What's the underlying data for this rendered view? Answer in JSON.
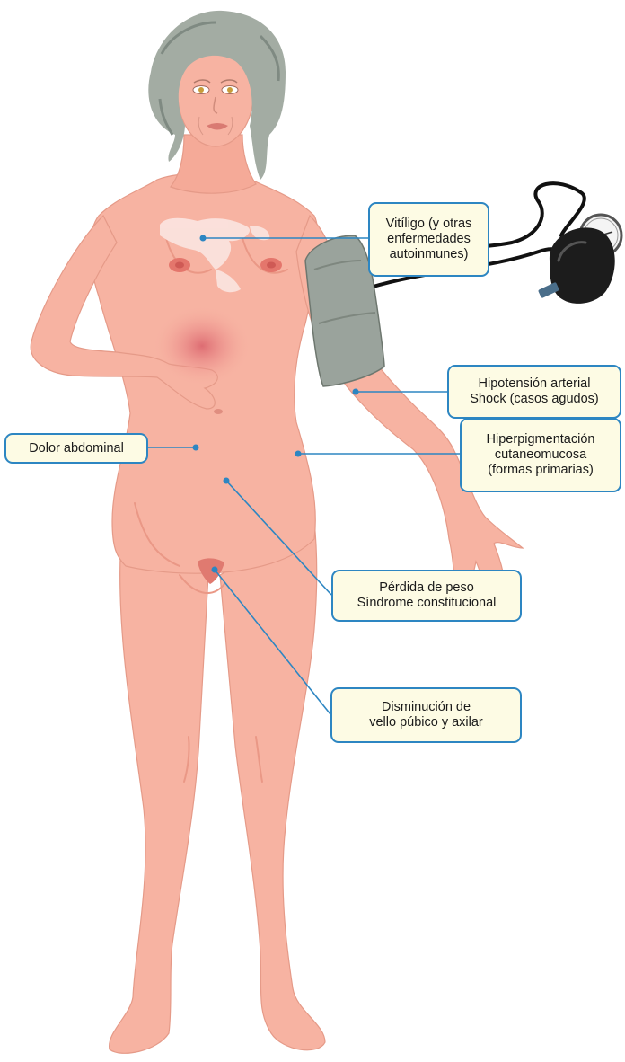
{
  "colors": {
    "skin": "#f7b3a2",
    "skin_shadow": "#ee9c8a",
    "skin_light": "#fbd3c6",
    "hair": "#a3aca3",
    "hair_dark": "#7f8a82",
    "vitiligo": "#fbe3de",
    "cuff": "#9aa39c",
    "bulb": "#1c1c1c",
    "leader": "#2d86c2",
    "label_bg": "#fdfbe4",
    "label_border": "#2d86c2"
  },
  "icons": [
    "blood-pressure-gauge-icon",
    "blood-pressure-bulb-icon"
  ],
  "labels": {
    "vitiligo": [
      "Vitíligo (y otras",
      "enfermedades",
      "autoinmunes)"
    ],
    "hipotension": [
      "Hipotensión arterial",
      "Shock (casos agudos)"
    ],
    "hiperpigmentacion": [
      "Hiperpigmentación",
      "cutaneomucosa",
      "(formas primarias)"
    ],
    "dolor": [
      "Dolor abdominal"
    ],
    "perdida": [
      "Pérdida de peso",
      "Síndrome constitucional"
    ],
    "disminucion": [
      "Disminución de",
      "vello púbico y axilar"
    ]
  }
}
